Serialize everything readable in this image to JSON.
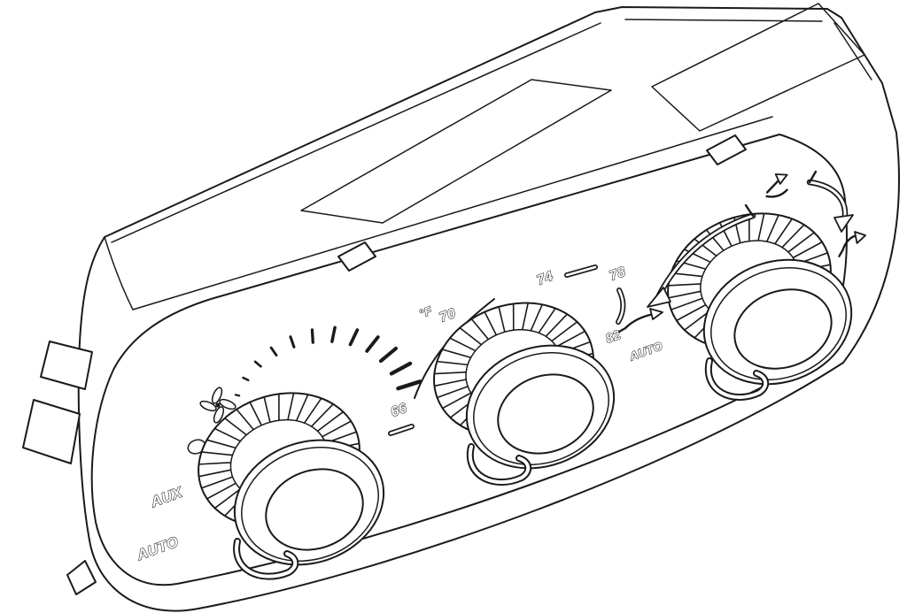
{
  "figure": {
    "subject": "Three-knob automotive HVAC climate control unit",
    "style": "isometric technical line drawing",
    "colors": {
      "line": "#1a1a1a",
      "background": "#ffffff"
    }
  },
  "fan_control": {
    "aux_label": "AUX",
    "auto_label": "AUTO",
    "tick_count": 13,
    "icons": [
      "fan-icon",
      "indicator-dot"
    ]
  },
  "temperature_control": {
    "unit_label": "°F",
    "scale_labels": [
      "66",
      "70",
      "74",
      "78",
      "82"
    ],
    "auto_label": "AUTO",
    "icons": [
      "airflow-arrow-icon"
    ]
  },
  "mode_control": {
    "icons": [
      "vent-mode-icon-top",
      "vent-mode-icon-right",
      "rotate-cw-arrow-icon",
      "rotate-ccw-arrow-icon"
    ]
  }
}
